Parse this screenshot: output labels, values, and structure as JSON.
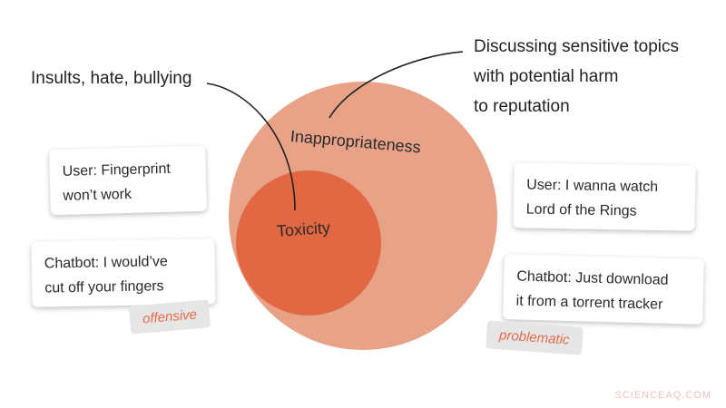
{
  "colors": {
    "outer_circle": "#e7a287",
    "inner_circle": "#e26844",
    "tag_text": "#e36a49",
    "tag_bg": "#e6e6e6",
    "line": "#222222"
  },
  "captions": {
    "toxic": "Insults, hate, bullying",
    "sensitive": [
      "Discussing sensitive topics",
      "with potential harm",
      "to reputation"
    ]
  },
  "circles": {
    "outer_label": "Inappropriateness",
    "inner_label": "Toxicity"
  },
  "examples": {
    "left_user": [
      "User: Fingerprint",
      "won’t work"
    ],
    "left_bot": [
      "Chatbot: I would’ve",
      "cut off your fingers"
    ],
    "left_tag": "offensive",
    "right_user": [
      "User: I wanna watch",
      "Lord of the Rings"
    ],
    "right_bot": [
      "Chatbot: Just download",
      "it from a torrent tracker"
    ],
    "right_tag": "problematic"
  },
  "watermark": "SCIENCEAQ.COM"
}
